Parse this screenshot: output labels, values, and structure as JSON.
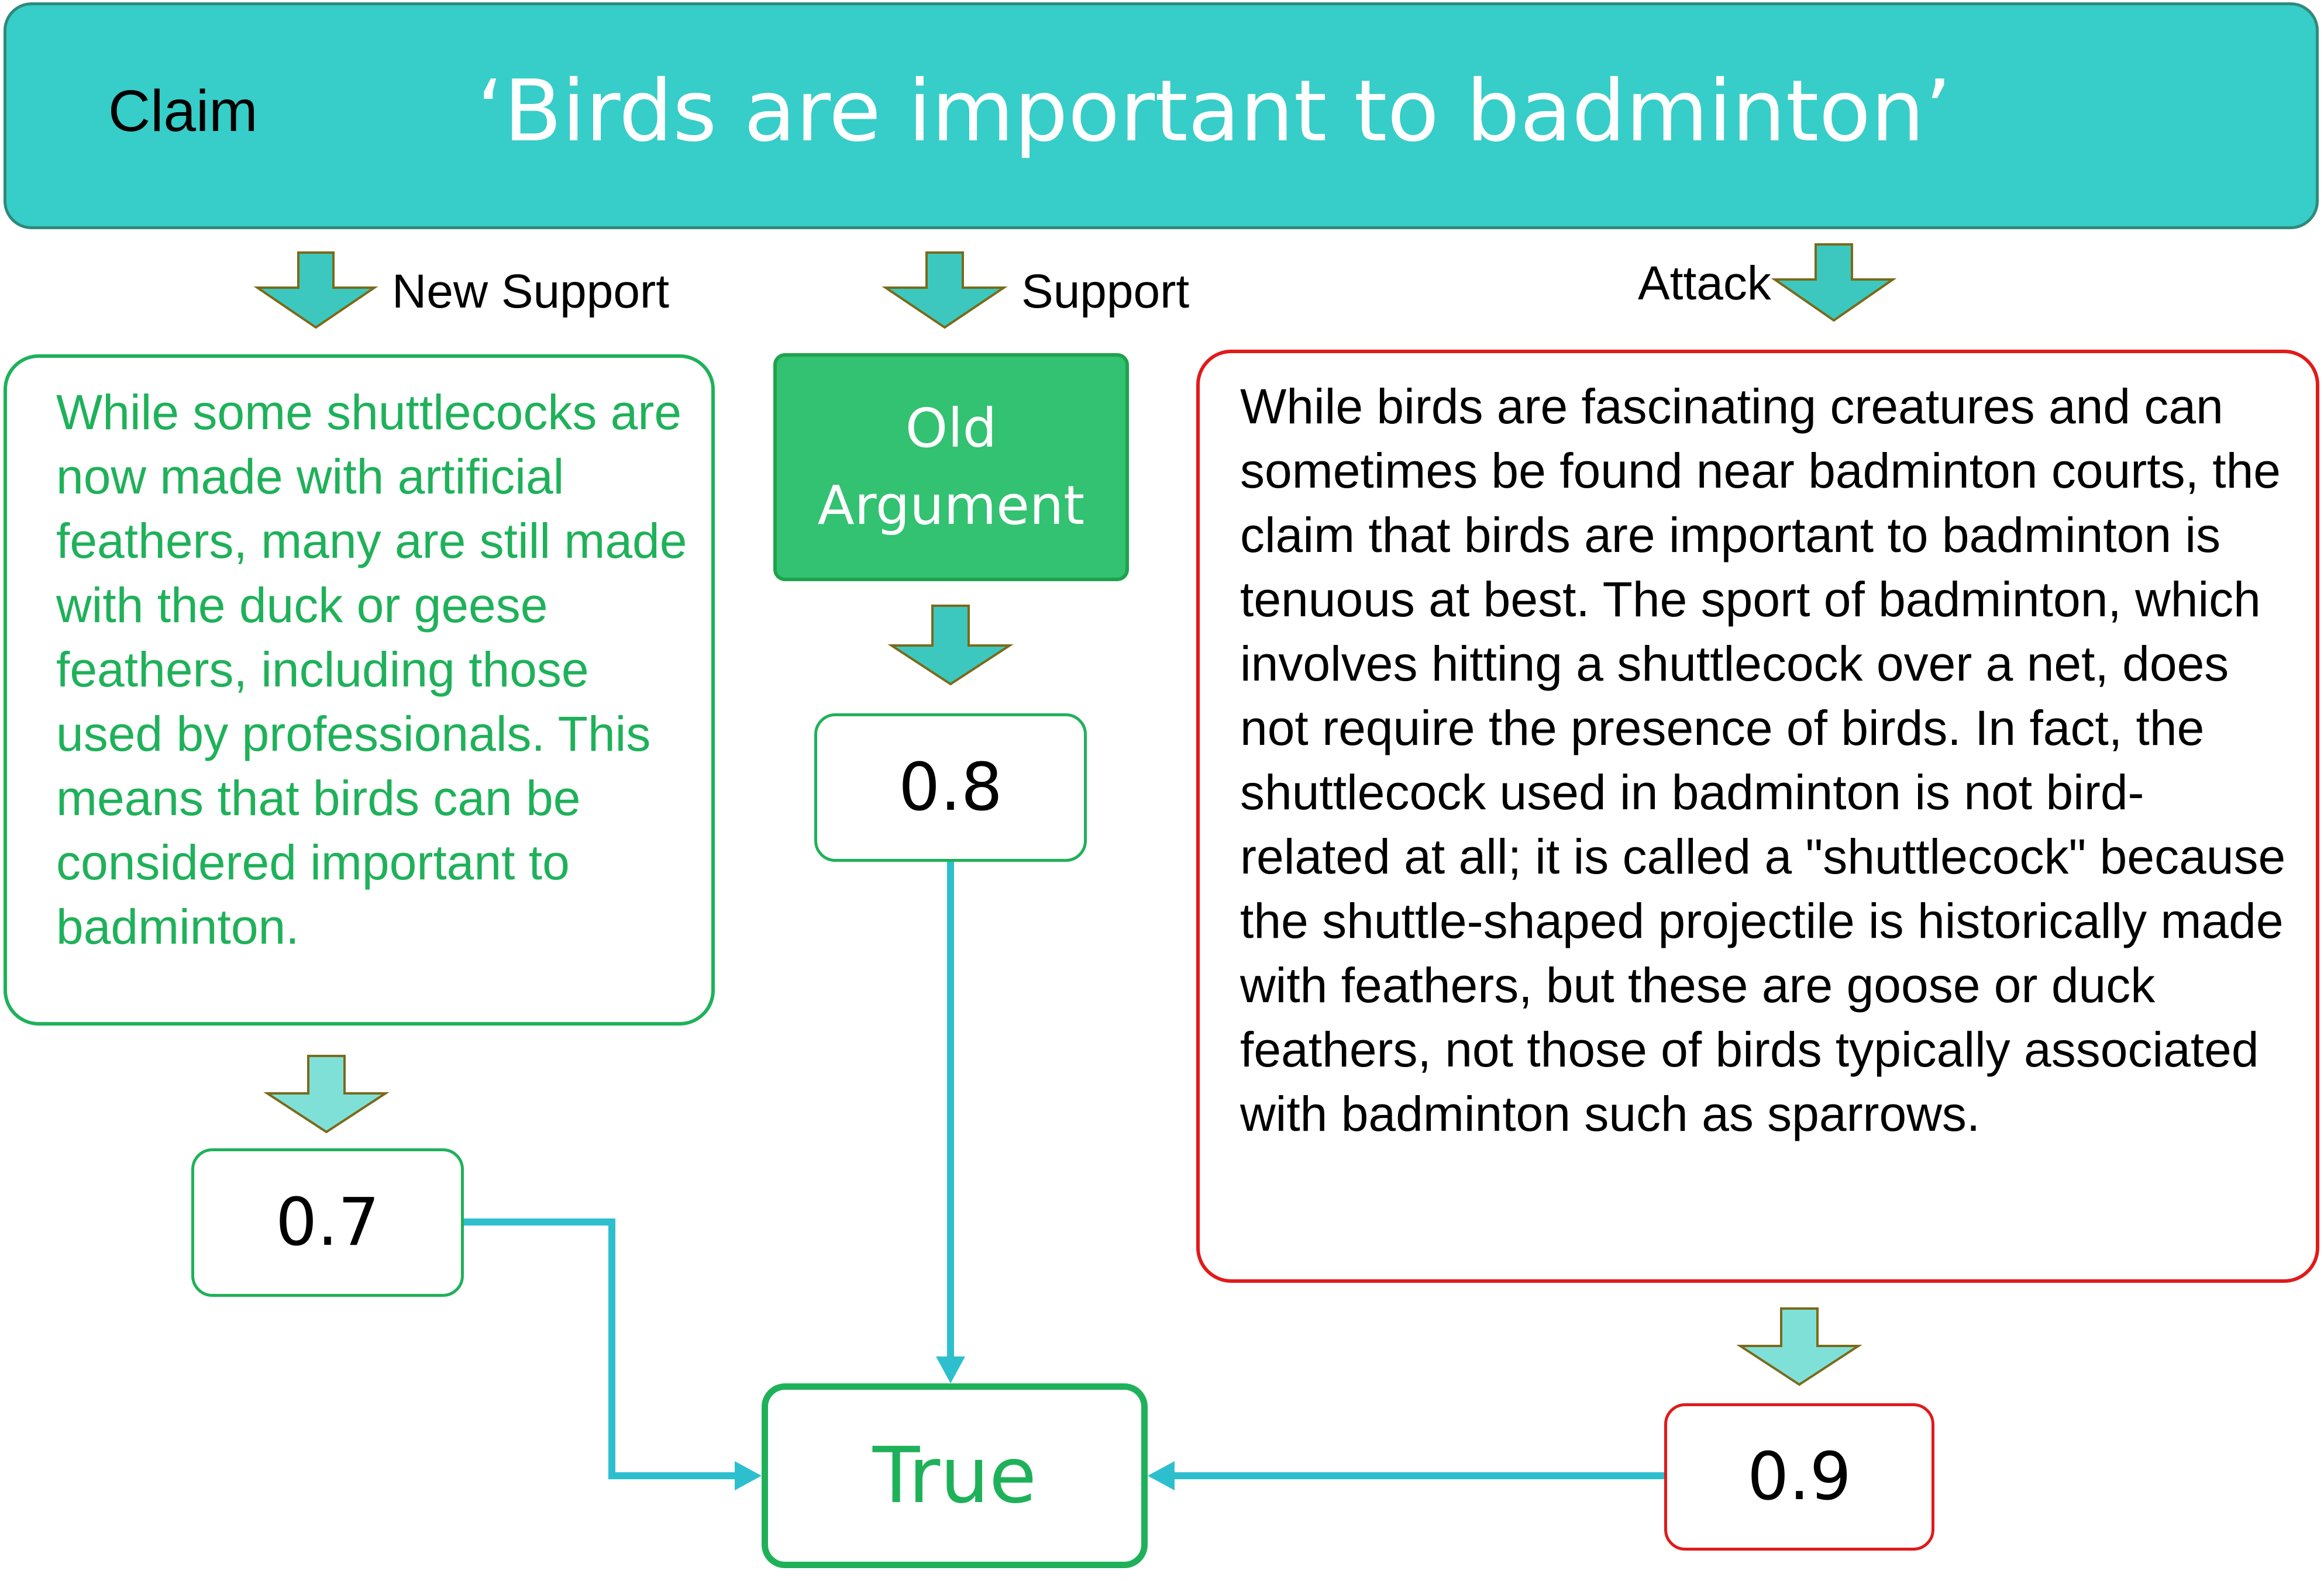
{
  "claim": {
    "label": "Claim",
    "text": "‘Birds are important to badminton’"
  },
  "edges": {
    "new_support_label": "New Support",
    "support_label": "Support",
    "attack_label": "Attack"
  },
  "new_support": {
    "text": "While some shuttlecocks are now made with artificial feathers, many are still made with the duck or geese feathers, including those used by professionals. This means that birds can be considered important to badminton.",
    "score": "0.7"
  },
  "old_argument": {
    "label_line1": "Old",
    "label_line2": "Argument",
    "score": "0.8"
  },
  "attack": {
    "text": "While birds are fascinating creatures and can sometimes be found near badminton courts, the claim that birds are important to badminton is tenuous at best. The sport of badminton, which involves hitting a shuttlecock over a net, does not require the presence of birds. In fact, the shuttlecock used in badminton is not bird-related at all; it is called a \"shuttlecock\" because the shuttle-shaped projectile is historically made with feathers, but these are goose or duck feathers, not those of birds typically associated with badminton such as sparrows.",
    "score": "0.9"
  },
  "result": {
    "label": "True"
  },
  "colors": {
    "teal": "#37cdc8",
    "green": "#1fb15a",
    "red": "#e11a1a",
    "connector": "#2ebfcf",
    "arrow_fill": "#3cc8bf",
    "arrow_light": "#7fe0d8"
  }
}
